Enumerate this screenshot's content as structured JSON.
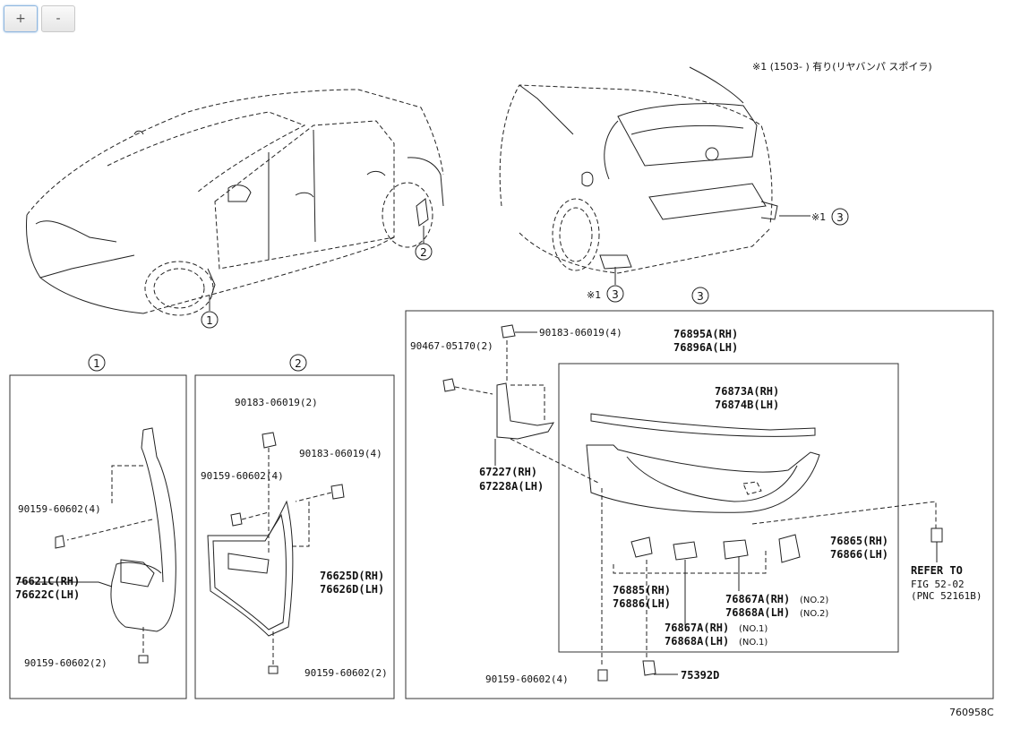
{
  "zoom": {
    "plus": "+",
    "minus": "-"
  },
  "note_top": "※1 (1503-      ) 有り(リヤバンパ スポイラ)",
  "callouts": {
    "c1": "1",
    "c2": "2",
    "c3": "3",
    "star1": "※1"
  },
  "panel1": {
    "title": "1",
    "labels": [
      "90159-60602(4)",
      "76621C(RH)",
      "76622C(LH)",
      "90159-60602(2)"
    ]
  },
  "panel2": {
    "title": "2",
    "labels": [
      "90183-06019(2)",
      "90183-06019(4)",
      "90159-60602(4)",
      "76625D(RH)",
      "76626D(LH)",
      "90159-60602(2)"
    ]
  },
  "panel3": {
    "title": "3",
    "labels": {
      "a": "90183-06019(4)",
      "b": "90467-05170(2)",
      "c1": "76895A(RH)",
      "c2": "76896A(LH)",
      "d1": "76873A(RH)",
      "d2": "76874B(LH)",
      "e1": "67227(RH)",
      "e2": "67228A(LH)",
      "f1": "76865(RH)",
      "f2": "76866(LH)",
      "g1": "76885(RH)",
      "g2": "76886(LH)",
      "h1": "76867A(RH)",
      "h1n": "(NO.2)",
      "h2": "76868A(LH)",
      "h2n": "(NO.2)",
      "i1": "76867A(RH)",
      "i1n": "(NO.1)",
      "i2": "76868A(LH)",
      "i2n": "(NO.1)",
      "j": "90159-60602(4)",
      "k": "75392D",
      "ref1": "REFER TO",
      "ref2": "FIG 52-02",
      "ref3": "(PNC 52161B)"
    }
  },
  "drawing_id": "760958C"
}
